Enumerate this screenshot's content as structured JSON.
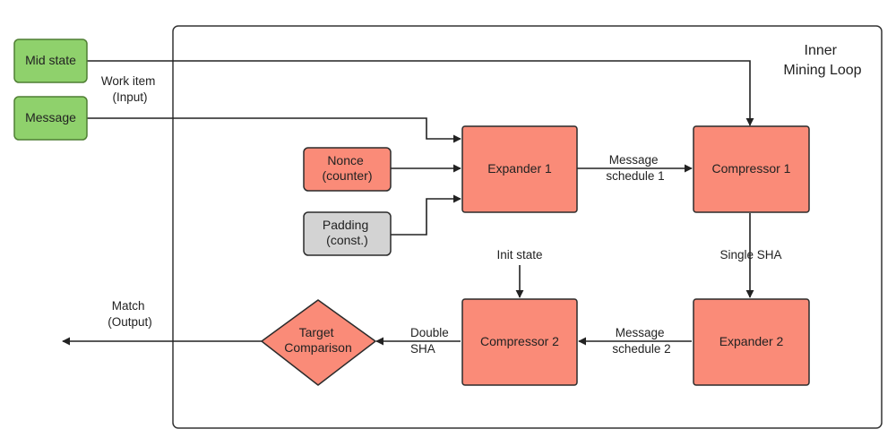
{
  "title": [
    "Inner",
    "Mining Loop"
  ],
  "nodes": {
    "mid_state": "Mid state",
    "message": "Message",
    "nonce": [
      "Nonce",
      "(counter)"
    ],
    "padding": [
      "Padding",
      "(const.)"
    ],
    "expander1": "Expander 1",
    "compressor1": "Compressor 1",
    "compressor2": "Compressor 2",
    "expander2": "Expander 2",
    "target": [
      "Target",
      "Comparison"
    ]
  },
  "labels": {
    "work_item": [
      "Work item",
      "(Input)"
    ],
    "msg_schedule1": [
      "Message",
      "schedule 1"
    ],
    "single_sha": "Single SHA",
    "init_state": "Init state",
    "msg_schedule2": [
      "Message",
      "schedule 2"
    ],
    "double_sha": [
      "Double",
      "SHA"
    ],
    "match": [
      "Match",
      "(Output)"
    ]
  },
  "colors": {
    "green_fill": "#8fd16c",
    "green_stroke": "#4f7f33",
    "red_fill": "#fa8b78",
    "red_stroke": "#2b2b2b",
    "gray_fill": "#d3d3d3",
    "line": "#222222"
  }
}
